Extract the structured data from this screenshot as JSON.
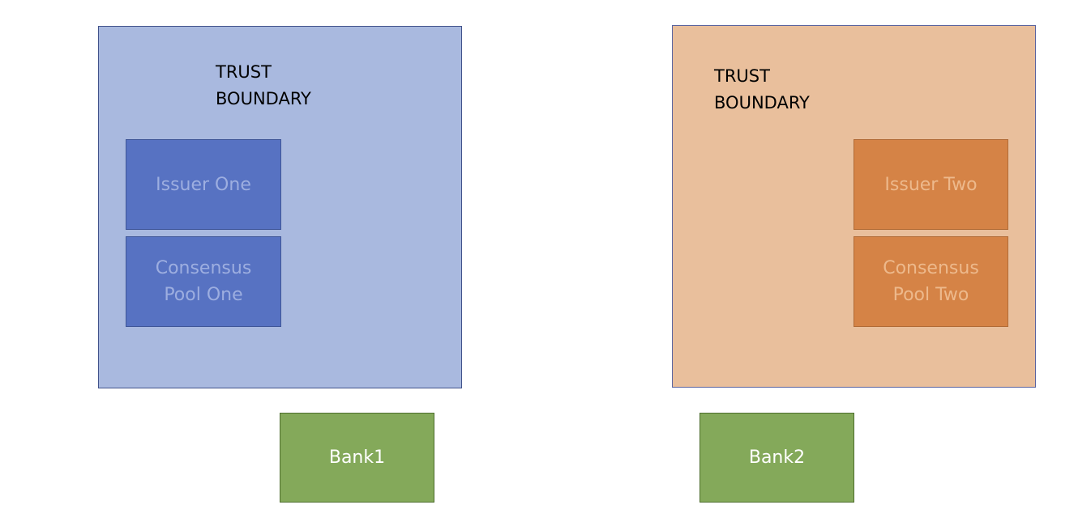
{
  "boundaries": {
    "one": {
      "label": "TRUST\nBOUNDARY",
      "color": "#a9b9df",
      "issuer": "Issuer One",
      "pool": "Consensus\nPool One"
    },
    "two": {
      "label": "TRUST\nBOUNDARY",
      "color": "#e9bf9c",
      "issuer": "Issuer Two",
      "pool": "Consensus\nPool Two"
    }
  },
  "banks": {
    "bank1": "Bank1",
    "bank2": "Bank2",
    "color": "#84a95a"
  },
  "colors": {
    "blue_node": "#5772c2",
    "orange_node": "#d58346"
  }
}
